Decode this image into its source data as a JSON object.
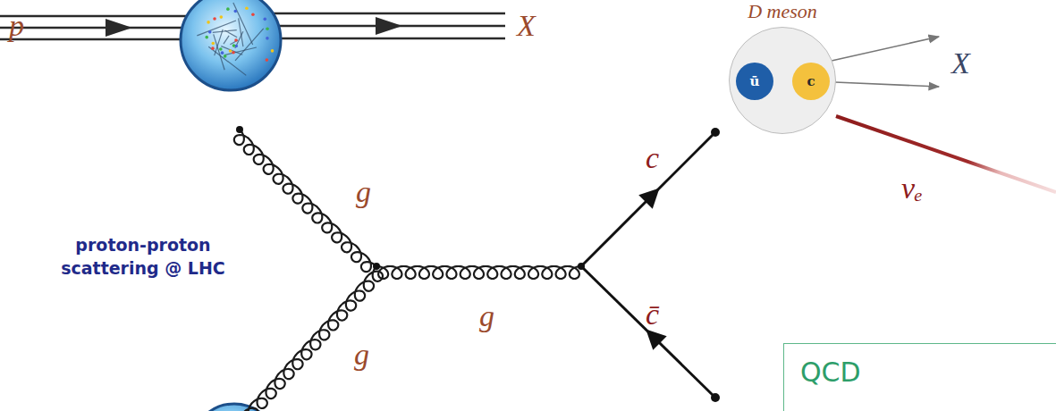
{
  "diagram": {
    "nodes": [
      {
        "text": [
          "D meson"
        ]
      },
      {
        "text": [
          "ū"
        ],
        "in": 0
      },
      {
        "text": [
          "c"
        ],
        "in": 0
      },
      {
        "text": [
          "QCD"
        ]
      }
    ],
    "labels": [
      "p",
      "X",
      "g",
      "g",
      "g",
      "c",
      "c̄",
      "X",
      "νₑ",
      "proton-proton scattering @ LHC"
    ]
  }
}
